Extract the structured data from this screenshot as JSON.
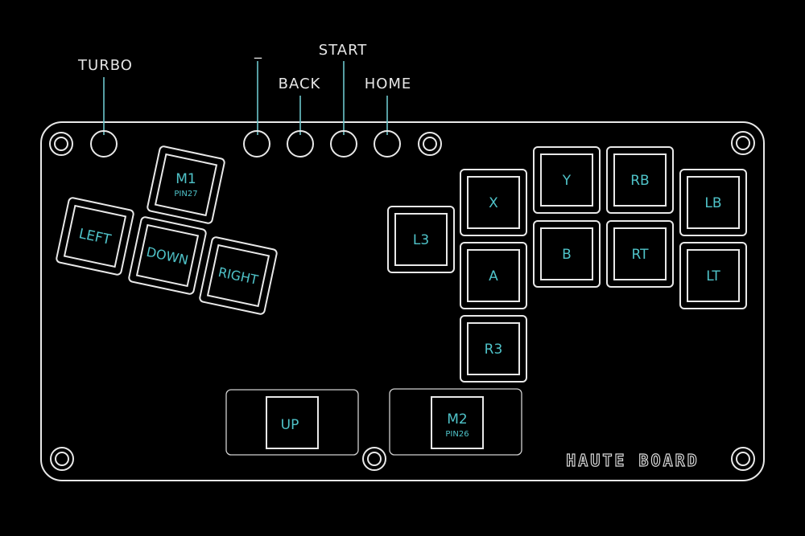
{
  "board": {
    "brand_logo": "HAUTE BOARD",
    "accent_color": "#4fc3c9",
    "outline_color": "#e8e8e8"
  },
  "top_buttons": [
    {
      "id": "turbo",
      "label": "TURBO"
    },
    {
      "id": "minus",
      "label": "_"
    },
    {
      "id": "back",
      "label": "BACK"
    },
    {
      "id": "start",
      "label": "START"
    },
    {
      "id": "home",
      "label": "HOME"
    }
  ],
  "left_cluster": [
    {
      "id": "m1",
      "label": "M1",
      "sub": "PIN27"
    },
    {
      "id": "left",
      "label": "LEFT",
      "sub": ""
    },
    {
      "id": "down",
      "label": "DOWN",
      "sub": ""
    },
    {
      "id": "right",
      "label": "RIGHT",
      "sub": ""
    }
  ],
  "right_cluster": [
    {
      "id": "l3",
      "label": "L3"
    },
    {
      "id": "x",
      "label": "X"
    },
    {
      "id": "a",
      "label": "A"
    },
    {
      "id": "r3",
      "label": "R3"
    },
    {
      "id": "y",
      "label": "Y"
    },
    {
      "id": "b",
      "label": "B"
    },
    {
      "id": "rb",
      "label": "RB"
    },
    {
      "id": "rt",
      "label": "RT"
    },
    {
      "id": "lb",
      "label": "LB"
    },
    {
      "id": "lt",
      "label": "LT"
    }
  ],
  "bottom_keys": [
    {
      "id": "up",
      "label": "UP",
      "sub": ""
    },
    {
      "id": "m2",
      "label": "M2",
      "sub": "PIN26"
    }
  ]
}
